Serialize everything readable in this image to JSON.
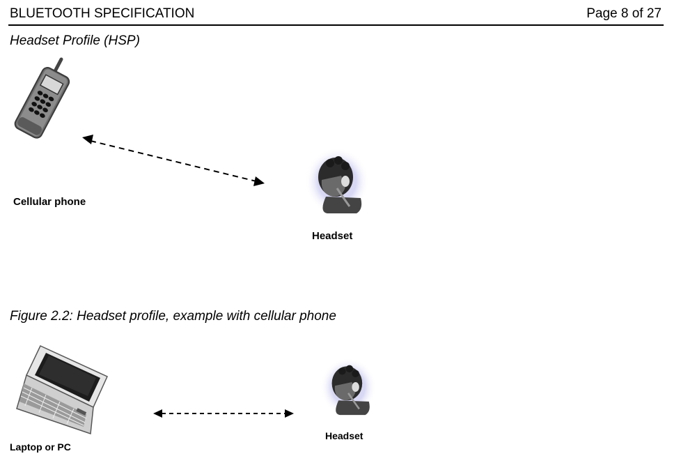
{
  "header": {
    "title": "BLUETOOTH SPECIFICATION",
    "page": "Page 8 of 27"
  },
  "section_title": "Headset Profile (HSP)",
  "figure1": {
    "device_label": "Cellular phone",
    "headset_label": "Headset",
    "device_icon": "cellular-phone-icon",
    "headset_icon": "headset-user-icon"
  },
  "caption": "Figure 2.2: Headset profile, example with cellular phone",
  "figure2": {
    "device_label": "Laptop or PC",
    "headset_label": "Headset",
    "device_icon": "laptop-icon",
    "headset_icon": "headset-user-icon"
  }
}
